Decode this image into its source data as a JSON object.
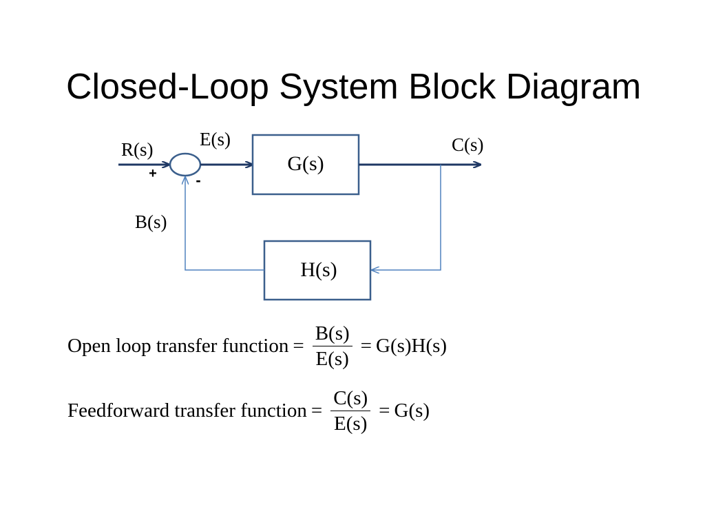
{
  "title": "Closed-Loop System Block Diagram",
  "colors": {
    "forward_path": "#1f3864",
    "feedback_path": "#4f81bd",
    "block_border": "#3b5f8c"
  },
  "diagram": {
    "input_label": "R(s)",
    "error_label": "E(s)",
    "output_label": "C(s)",
    "feedback_label": "B(s)",
    "forward_block": "G(s)",
    "feedback_block": "H(s)",
    "plus_sign": "+",
    "minus_sign": "-"
  },
  "equations": {
    "open_loop": {
      "label": "Open loop transfer function",
      "equals_1": "=",
      "numerator": "B(s)",
      "denominator": "E(s)",
      "equals_2": "=",
      "result": "G(s)H(s)"
    },
    "feedforward": {
      "label": "Feedforward transfer function",
      "equals_1": "=",
      "numerator": "C(s)",
      "denominator": "E(s)",
      "equals_2": "=",
      "result": "G(s)"
    }
  }
}
